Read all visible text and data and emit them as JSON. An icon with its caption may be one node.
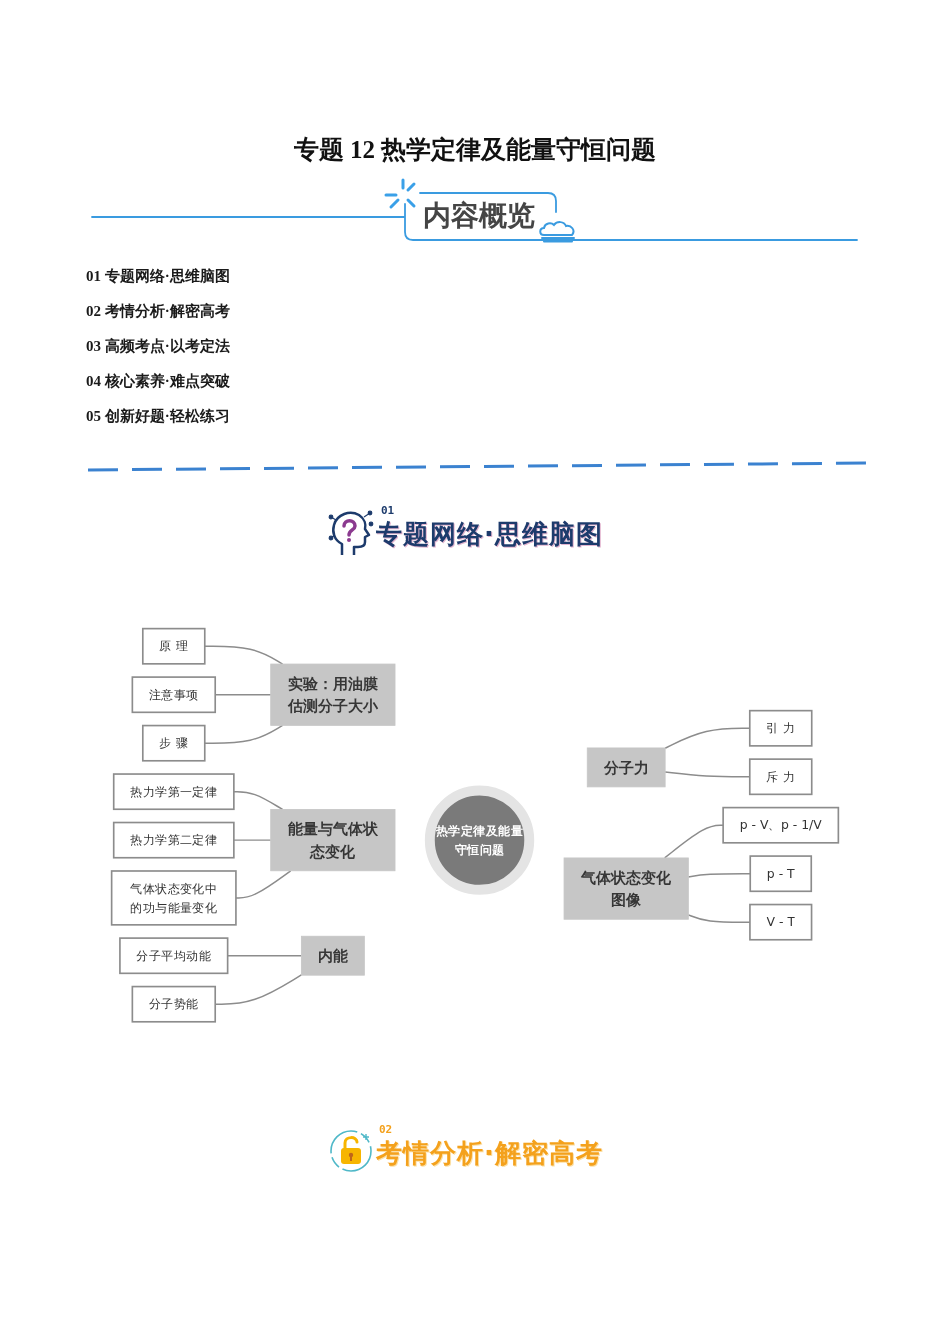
{
  "diagram": {
    "title": "专题 12 热学定律及能量守恒问题",
    "nodes": [
      {
        "text": [
          "原 理"
        ]
      },
      {
        "text": [
          "注意事项"
        ]
      },
      {
        "text": [
          "步 骤"
        ]
      },
      {
        "text": [
          "实验：用油膜估测分子大小"
        ]
      },
      {
        "text": [
          "热力学第一定律"
        ]
      },
      {
        "text": [
          "热力学第二定律"
        ]
      },
      {
        "text": [
          "气体状态变化中的功与能量变化"
        ]
      },
      {
        "text": [
          "能量与气体状态变化"
        ]
      },
      {
        "text": [
          "热学定律及能量守恒问题"
        ]
      },
      {
        "text": [
          "分子力"
        ]
      },
      {
        "text": [
          "引 力"
        ]
      },
      {
        "text": [
          "斥 力"
        ]
      },
      {
        "text": [
          "分子平均动能"
        ]
      },
      {
        "text": [
          "分子势能"
        ]
      },
      {
        "text": [
          "内能"
        ]
      },
      {
        "text": [
          "气体状态变化图像"
        ]
      },
      {
        "text": [
          "p - V、p - 1/V"
        ]
      },
      {
        "text": [
          "p - T"
        ]
      },
      {
        "text": [
          "V - T"
        ]
      }
    ],
    "edges": [
      {
        "from": 0,
        "to": 3,
        "arrow": "none"
      },
      {
        "from": 1,
        "to": 3,
        "arrow": "none"
      },
      {
        "from": 2,
        "to": 3,
        "arrow": "none"
      },
      {
        "from": 4,
        "to": 7,
        "arrow": "none"
      },
      {
        "from": 5,
        "to": 7,
        "arrow": "none"
      },
      {
        "from": 6,
        "to": 7,
        "arrow": "none"
      },
      {
        "from": 9,
        "to": 10,
        "arrow": "none"
      },
      {
        "from": 9,
        "to": 11,
        "arrow": "none"
      },
      {
        "from": 12,
        "to": 14,
        "arrow": "none"
      },
      {
        "from": 13,
        "to": 14,
        "arrow": "none"
      },
      {
        "from": 15,
        "to": 16,
        "arrow": "none"
      },
      {
        "from": 15,
        "to": 17,
        "arrow": "none"
      },
      {
        "from": 15,
        "to": 18,
        "arrow": "none"
      }
    ],
    "labels": [
      "内容概览",
      "01 专题网络·思维脑图",
      "02 考情分析·解密高考",
      "03 高频考点·以考定法",
      "04 核心素养·难点突破",
      "05 创新好题·轻松练习",
      "01",
      "专题网络·思维脑图",
      "02",
      "考情分析·解密高考"
    ]
  }
}
